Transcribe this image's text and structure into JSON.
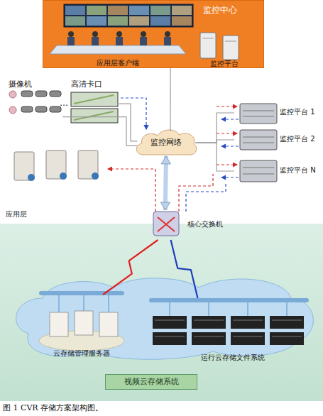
{
  "diagram": {
    "caption": "图 1 CVR 存储方案架构图。",
    "nodes": [
      {
        "text": [
          "监控中心",
          "应用层客户端"
        ]
      },
      {
        "text": [
          "监控平台"
        ],
        "in": 0
      },
      {
        "text": [
          "摄像机"
        ]
      },
      {
        "text": [
          "高清卡口"
        ]
      },
      {
        "text": [
          "监控网络"
        ]
      },
      {
        "text": [
          "监控平台 1"
        ]
      },
      {
        "text": [
          "监控平台 2"
        ]
      },
      {
        "text": [
          "监控平台 N"
        ]
      },
      {
        "text": [
          "核心交换机"
        ]
      },
      {
        "text": [
          "视频云存储系统"
        ]
      },
      {
        "text": [
          "云存储管理服务器"
        ],
        "in": 9
      },
      {
        "text": [
          "运行云存储文件系统"
        ],
        "in": 9
      }
    ],
    "edges": [
      {
        "from": 0,
        "to": 4,
        "arrow": "none"
      },
      {
        "from": 2,
        "to": 4,
        "arrow": "none"
      },
      {
        "from": 3,
        "to": 4,
        "arrow": "none"
      },
      {
        "from": 5,
        "to": 4,
        "arrow": "none"
      },
      {
        "from": 6,
        "to": 4,
        "arrow": "none"
      },
      {
        "from": 7,
        "to": 4,
        "arrow": "none"
      },
      {
        "from": 4,
        "to": 8,
        "arrow": "both"
      },
      {
        "from": 8,
        "to": 10,
        "arrow": "none"
      },
      {
        "from": 8,
        "to": 11,
        "arrow": "none"
      }
    ],
    "labels": [
      "应用层",
      "…"
    ]
  }
}
